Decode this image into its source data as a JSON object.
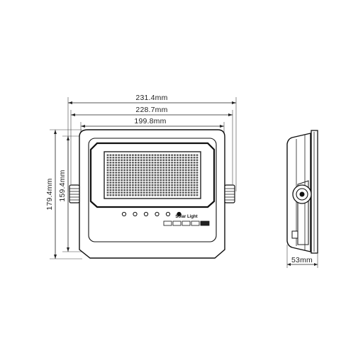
{
  "dimensions": {
    "overall_width": "231.4mm",
    "body_width": "228.7mm",
    "panel_width": "199.8mm",
    "overall_height": "179.4mm",
    "body_height": "159.4mm",
    "depth": "53mm"
  },
  "front_view": {
    "label": "Solar Light",
    "led_grid": {
      "rows": 17,
      "cols": 33
    },
    "indicator_count": 6,
    "icon_count": 5
  },
  "colors": {
    "line": "#222222",
    "led_fill": "#555555",
    "frame": "#111111"
  }
}
